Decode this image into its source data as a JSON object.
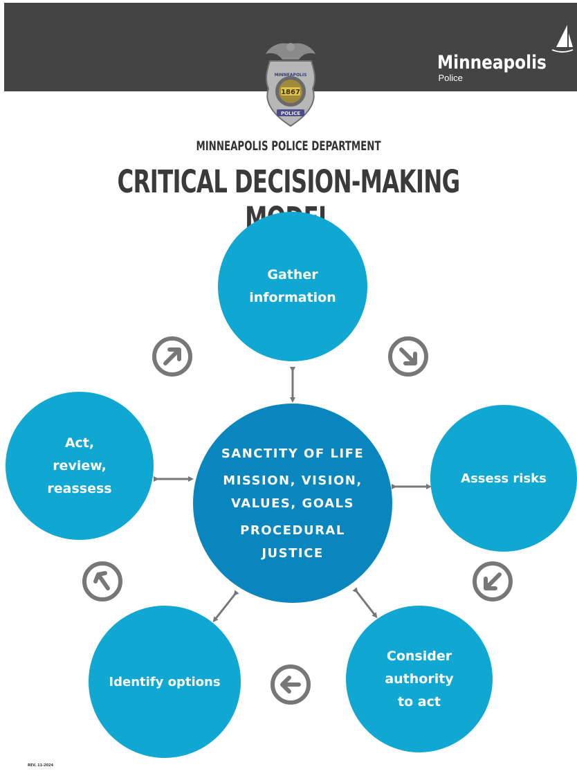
{
  "header": {
    "brand_name": "Minneapolis",
    "brand_sub": "Police",
    "badge": {
      "year": "1867",
      "top_text": "MINNEAPOLIS",
      "bottom_text": "POLICE"
    }
  },
  "department": "MINNEAPOLIS POLICE DEPARTMENT",
  "title": "CRITICAL DECISION-MAKING MODEL",
  "center": {
    "lines": [
      "SANCTITY OF LIFE",
      "MISSION, VISION,",
      "VALUES, GOALS",
      "PROCEDURAL",
      "JUSTICE"
    ]
  },
  "steps": [
    {
      "label": "Gather\ninformation"
    },
    {
      "label": "Assess risks"
    },
    {
      "label": "Consider\nauthority\nto act"
    },
    {
      "label": "Identify options"
    },
    {
      "label": "Act,\nreview,\nreassess"
    }
  ],
  "revision": "REV. 11-2024",
  "colors": {
    "header": "#444444",
    "step": "#11a7d3",
    "center": "#0a86bf",
    "arrow": "#777777"
  }
}
